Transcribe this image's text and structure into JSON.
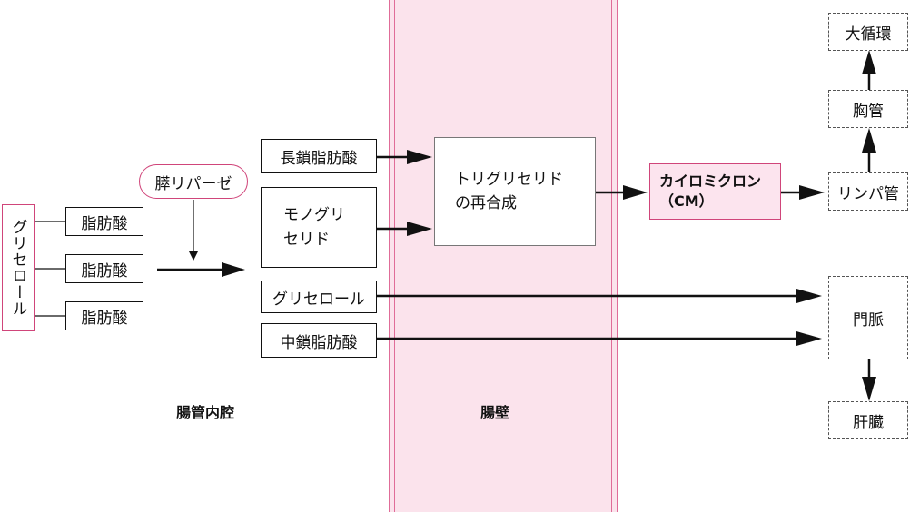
{
  "regions": {
    "lumen": "腸管内腔",
    "wall": "腸壁"
  },
  "glycerol_left": "グリセロール",
  "fatty_acid_1": "脂肪酸",
  "fatty_acid_2": "脂肪酸",
  "fatty_acid_3": "脂肪酸",
  "enzyme": "膵リパーゼ",
  "products": {
    "long_chain": "長鎖脂肪酸",
    "monoglyceride_line1": "モノグリ",
    "monoglyceride_line2": "セリド",
    "glycerol": "グリセロール",
    "medium_chain": "中鎖脂肪酸"
  },
  "resynthesis": {
    "line1": "トリグリセリド",
    "line2": "の再合成"
  },
  "chylomicron": {
    "line1": "カイロミクロン",
    "line2": "（CM）"
  },
  "lymph": "リンパ管",
  "thoracic_duct": "胸管",
  "systemic_circulation": "大循環",
  "portal_vein": "門脈",
  "liver": "肝臓",
  "colors": {
    "accent_pink": "#d0457a",
    "wall_fill": "#fbe3ec"
  }
}
